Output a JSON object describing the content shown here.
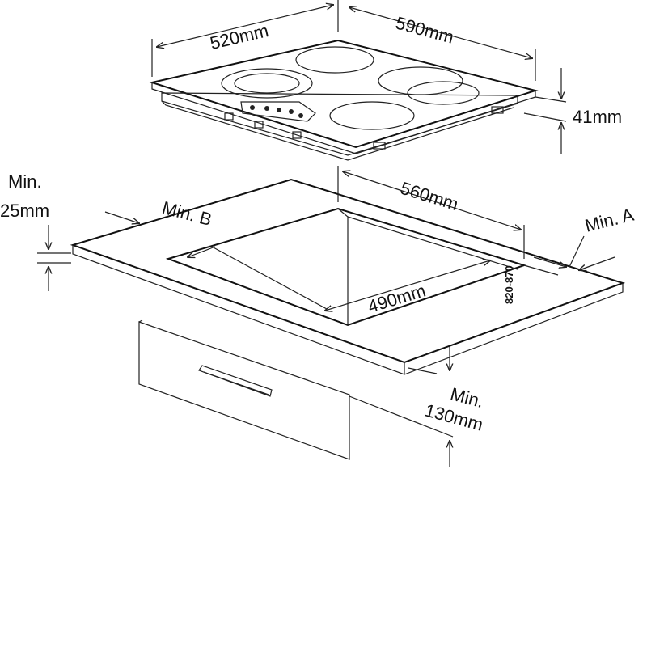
{
  "hob": {
    "width_label": "590mm",
    "depth_label": "520mm",
    "height_label": "41mm"
  },
  "cutout": {
    "width_label": "560mm",
    "depth_label": "490mm",
    "counter_height_label": "820-870"
  },
  "clearances": {
    "min_a": "Min. A",
    "min_b": "Min. B",
    "min_25_line1": "Min.",
    "min_25_line2": "25mm",
    "min_130_line1": "Min.",
    "min_130_line2": "130mm"
  }
}
